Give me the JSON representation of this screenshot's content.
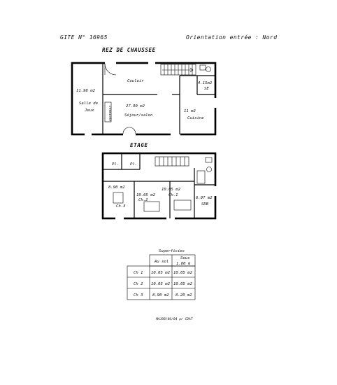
{
  "header": {
    "gite": "GITE N° 16965",
    "orientation": "Orientation entrée : Nord"
  },
  "ground_floor": {
    "title": "REZ DE CHAUSSEE",
    "rooms": {
      "couloir": "Couloir",
      "salle_area": "11.98 m2",
      "salle_line1": "Salle de",
      "salle_line2": "Jeux",
      "sejour_area": "27.90 m2",
      "sejour_name": "Séjour/salon",
      "se_area": "4.15m2",
      "se_name": "SE",
      "cuisine_area": "11 m2",
      "cuisine_name": "Cuisine",
      "cheminee": "cheminée"
    }
  },
  "upper_floor": {
    "title": "ETAGE",
    "rooms": {
      "pl1": "Pl.",
      "pl2": "Pl.",
      "ch3_area": "8.90 m2",
      "ch3_name": "Ch.3",
      "ch2_area": "10.05 m2",
      "ch2_name": "Ch.2",
      "ch1_area": "10.05 m2",
      "ch1_name": "Ch.1",
      "sdb_area": "6.07 m2",
      "sdb_name": "SDB"
    }
  },
  "surfaces_table": {
    "title": "Superficies",
    "col_au_sol": "Au sol",
    "col_sous_line1": "Sous",
    "col_sous_line2": "1.80  m",
    "rows": [
      {
        "room": "Ch  1",
        "au_sol": "10.05  m2",
        "sous": "10.05  m2"
      },
      {
        "room": "Ch  2",
        "au_sol": "10.05  m2",
        "sous": "10.05  m2"
      },
      {
        "room": "Ch  3",
        "au_sol": "8.90  m2",
        "sous": "8.20  m2"
      }
    ]
  },
  "footer": {
    "note": "MAJ08/06/04 pr CDAT"
  }
}
